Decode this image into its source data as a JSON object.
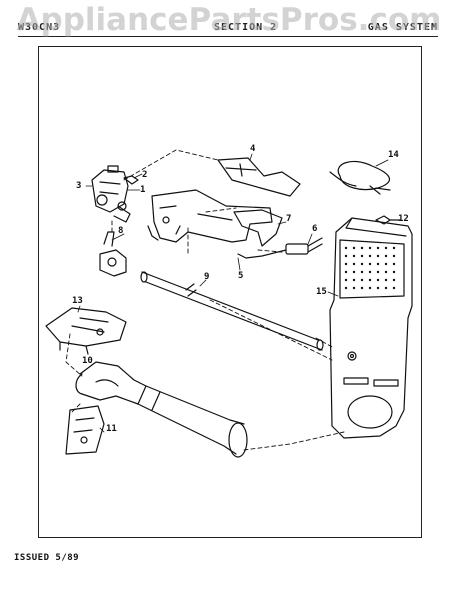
{
  "header": {
    "left_code": "W30CN3",
    "middle_text": "SECTION 2",
    "right_text": "GAS SYSTEM"
  },
  "watermark": "AppliancePartsPros.com",
  "callouts": {
    "c1": "1",
    "c2": "2",
    "c3": "3",
    "c4": "4",
    "c5": "5",
    "c6": "6",
    "c7": "7",
    "c8": "8",
    "c9": "9",
    "c10": "10",
    "c11": "11",
    "c12": "12",
    "c13": "13",
    "c14": "14",
    "c15": "15"
  },
  "footer": {
    "issued": "ISSUED 5/89"
  }
}
